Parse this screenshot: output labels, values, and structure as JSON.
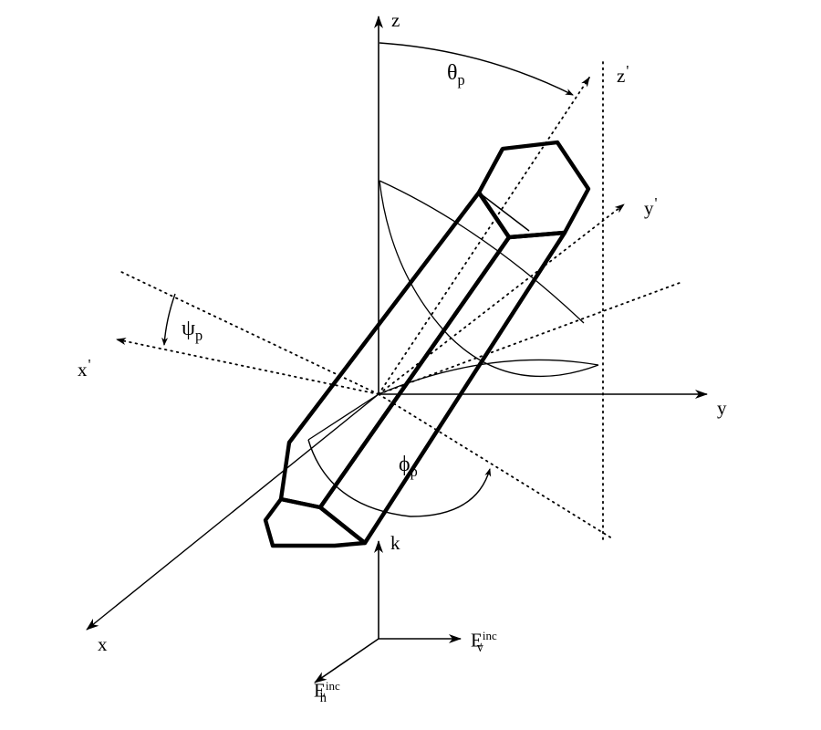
{
  "figure": {
    "type": "scientific-diagram",
    "subject": "hexagonal ice crystal column orientation in incident wave coordinate frame",
    "background_color": "#ffffff",
    "stroke_color": "#000000"
  },
  "axes": {
    "z": {
      "label": "z",
      "style": "solid-arrow",
      "direction": "up"
    },
    "y": {
      "label": "y",
      "style": "solid-arrow",
      "direction": "right"
    },
    "x": {
      "label": "x",
      "style": "solid-arrow",
      "direction": "lower-left"
    },
    "x_prime": {
      "label": "x",
      "prime": "'",
      "style": "dotted-arrow",
      "direction": "left"
    },
    "y_prime": {
      "label": "y",
      "prime": "'",
      "style": "dotted-arrow",
      "direction": "upper-right"
    },
    "z_prime": {
      "label": "z",
      "prime": "'",
      "style": "dotted-arrow",
      "direction": "upper-right"
    }
  },
  "angles": [
    {
      "name": "theta-p",
      "symbol": "θ",
      "subscript": "p",
      "description": "polar tilt of crystal axis from z"
    },
    {
      "name": "phi-p",
      "symbol": "ϕ",
      "subscript": "p",
      "description": "azimuth of crystal axis about z"
    },
    {
      "name": "psi-p",
      "symbol": "ψ",
      "subscript": "p",
      "description": "spin of crystal about its own axis"
    }
  ],
  "wave_triad": {
    "k": {
      "label": "k",
      "direction": "up",
      "description": "propagation direction"
    },
    "e_v": {
      "base": "E",
      "subscript": "v",
      "superscript": "inc",
      "direction": "right",
      "description": "incident vertical polarization"
    },
    "e_h": {
      "base": "E",
      "subscript": "h",
      "superscript": "inc",
      "direction": "lower-left",
      "description": "incident horizontal polarization"
    }
  },
  "crystal": {
    "name": "hexagonal-prism",
    "faces": "hexagonal end cap visible at upper end, column body, lower end cap"
  }
}
